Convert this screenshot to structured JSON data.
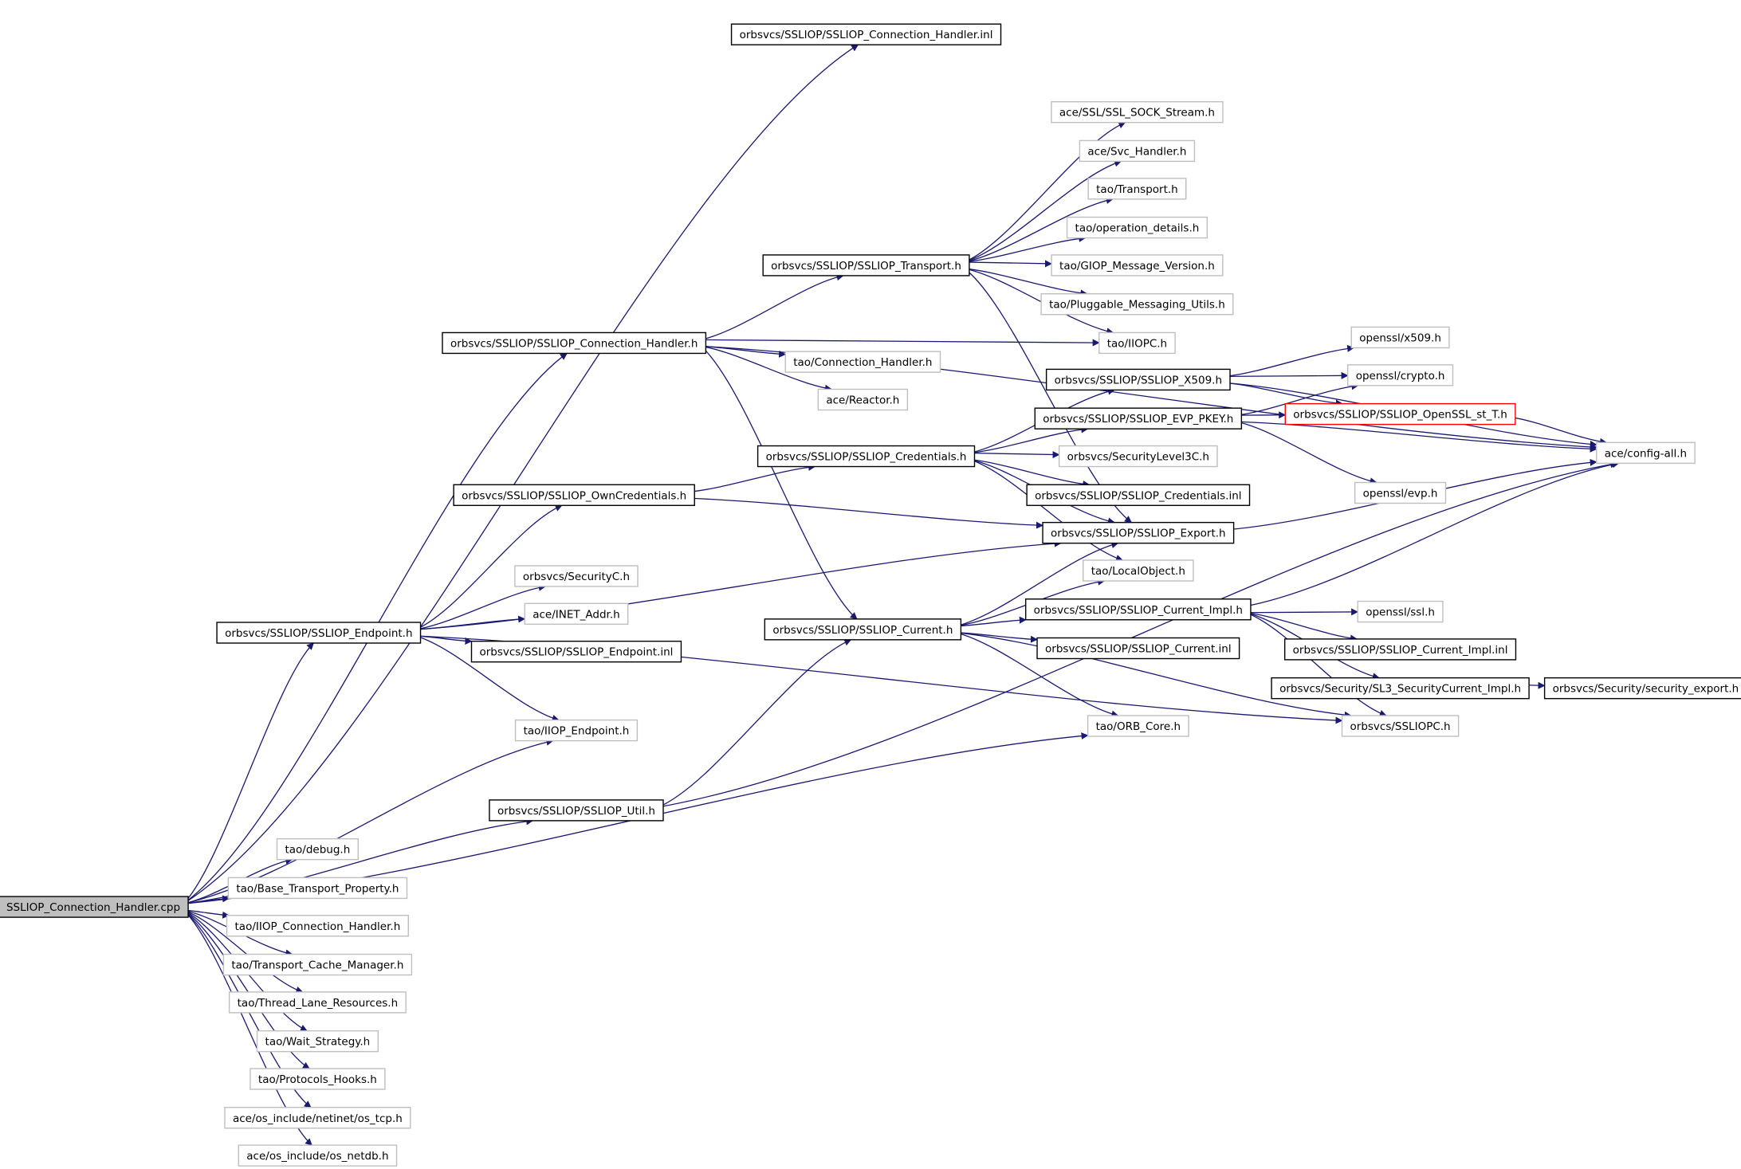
{
  "colors": {
    "edge": "#191970",
    "root_fill": "#bfbfbf",
    "documented_border": "#000000",
    "undocumented_border": "#bfbfbf",
    "missing_border": "#ff0000",
    "text": "#000000"
  },
  "graph": {
    "nodes": [
      {
        "id": "n0",
        "label": "SSLIOP_Connection_Handler.cpp",
        "kind": "root"
      },
      {
        "id": "n1",
        "label": "orbsvcs/SSLIOP/SSLIOP_Connection_Handler.inl",
        "kind": "documented"
      },
      {
        "id": "n2",
        "label": "orbsvcs/SSLIOP/SSLIOP_Connection_Handler.h",
        "kind": "documented"
      },
      {
        "id": "n3",
        "label": "ace/config-all.h",
        "kind": "undocumented"
      },
      {
        "id": "n4",
        "label": "ace/SSL/SSL_SOCK_Stream.h",
        "kind": "undocumented"
      },
      {
        "id": "n5",
        "label": "ace/Svc_Handler.h",
        "kind": "undocumented"
      },
      {
        "id": "n6",
        "label": "tao/Transport.h",
        "kind": "undocumented"
      },
      {
        "id": "n7",
        "label": "tao/operation_details.h",
        "kind": "undocumented"
      },
      {
        "id": "n8",
        "label": "orbsvcs/SSLIOP/SSLIOP_Transport.h",
        "kind": "documented"
      },
      {
        "id": "n9",
        "label": "tao/GIOP_Message_Version.h",
        "kind": "undocumented"
      },
      {
        "id": "n10",
        "label": "tao/Pluggable_Messaging_Utils.h",
        "kind": "undocumented"
      },
      {
        "id": "n11",
        "label": "tao/IIOPC.h",
        "kind": "undocumented"
      },
      {
        "id": "n12",
        "label": "tao/Connection_Handler.h",
        "kind": "undocumented"
      },
      {
        "id": "n13",
        "label": "ace/Reactor.h",
        "kind": "undocumented"
      },
      {
        "id": "n14",
        "label": "openssl/x509.h",
        "kind": "undocumented"
      },
      {
        "id": "n15",
        "label": "orbsvcs/SSLIOP/SSLIOP_X509.h",
        "kind": "documented"
      },
      {
        "id": "n16",
        "label": "openssl/crypto.h",
        "kind": "undocumented"
      },
      {
        "id": "n17",
        "label": "orbsvcs/SSLIOP/SSLIOP_EVP_PKEY.h",
        "kind": "documented"
      },
      {
        "id": "n18",
        "label": "orbsvcs/SSLIOP/SSLIOP_OpenSSL_st_T.h",
        "kind": "missing"
      },
      {
        "id": "n19",
        "label": "orbsvcs/SSLIOP/SSLIOP_Credentials.h",
        "kind": "documented"
      },
      {
        "id": "n20",
        "label": "orbsvcs/SecurityLevel3C.h",
        "kind": "undocumented"
      },
      {
        "id": "n21",
        "label": "orbsvcs/SSLIOP/SSLIOP_OwnCredentials.h",
        "kind": "documented"
      },
      {
        "id": "n22",
        "label": "orbsvcs/SSLIOP/SSLIOP_Credentials.inl",
        "kind": "documented"
      },
      {
        "id": "n23",
        "label": "openssl/evp.h",
        "kind": "undocumented"
      },
      {
        "id": "n24",
        "label": "orbsvcs/SSLIOP/SSLIOP_Export.h",
        "kind": "documented"
      },
      {
        "id": "n25",
        "label": "tao/LocalObject.h",
        "kind": "undocumented"
      },
      {
        "id": "n26",
        "label": "orbsvcs/SecurityC.h",
        "kind": "undocumented"
      },
      {
        "id": "n27",
        "label": "ace/INET_Addr.h",
        "kind": "undocumented"
      },
      {
        "id": "n28",
        "label": "orbsvcs/SSLIOP/SSLIOP_Endpoint.h",
        "kind": "documented"
      },
      {
        "id": "n29",
        "label": "orbsvcs/SSLIOP/SSLIOP_Current_Impl.h",
        "kind": "documented"
      },
      {
        "id": "n30",
        "label": "openssl/ssl.h",
        "kind": "undocumented"
      },
      {
        "id": "n31",
        "label": "orbsvcs/SSLIOP/SSLIOP_Endpoint.inl",
        "kind": "documented"
      },
      {
        "id": "n32",
        "label": "orbsvcs/SSLIOP/SSLIOP_Current.h",
        "kind": "documented"
      },
      {
        "id": "n33",
        "label": "orbsvcs/SSLIOP/SSLIOP_Current.inl",
        "kind": "documented"
      },
      {
        "id": "n34",
        "label": "orbsvcs/SSLIOP/SSLIOP_Current_Impl.inl",
        "kind": "documented"
      },
      {
        "id": "n35",
        "label": "orbsvcs/Security/SL3_SecurityCurrent_Impl.h",
        "kind": "documented"
      },
      {
        "id": "n36",
        "label": "orbsvcs/Security/security_export.h",
        "kind": "documented"
      },
      {
        "id": "n37",
        "label": "tao/ORB_Core.h",
        "kind": "undocumented"
      },
      {
        "id": "n38",
        "label": "orbsvcs/SSLIOPC.h",
        "kind": "undocumented"
      },
      {
        "id": "n39",
        "label": "tao/IIOP_Endpoint.h",
        "kind": "undocumented"
      },
      {
        "id": "n40",
        "label": "orbsvcs/SSLIOP/SSLIOP_Util.h",
        "kind": "documented"
      },
      {
        "id": "n41",
        "label": "tao/debug.h",
        "kind": "undocumented"
      },
      {
        "id": "n42",
        "label": "tao/Base_Transport_Property.h",
        "kind": "undocumented"
      },
      {
        "id": "n43",
        "label": "tao/IIOP_Connection_Handler.h",
        "kind": "undocumented"
      },
      {
        "id": "n44",
        "label": "tao/Transport_Cache_Manager.h",
        "kind": "undocumented"
      },
      {
        "id": "n45",
        "label": "tao/Thread_Lane_Resources.h",
        "kind": "undocumented"
      },
      {
        "id": "n46",
        "label": "tao/Wait_Strategy.h",
        "kind": "undocumented"
      },
      {
        "id": "n47",
        "label": "tao/Protocols_Hooks.h",
        "kind": "undocumented"
      },
      {
        "id": "n48",
        "label": "ace/os_include/netinet/os_tcp.h",
        "kind": "undocumented"
      },
      {
        "id": "n49",
        "label": "ace/os_include/os_netdb.h",
        "kind": "undocumented"
      }
    ],
    "edges": [
      [
        "n0",
        "n1"
      ],
      [
        "n0",
        "n2"
      ],
      [
        "n0",
        "n28"
      ],
      [
        "n0",
        "n39"
      ],
      [
        "n0",
        "n37"
      ],
      [
        "n0",
        "n40"
      ],
      [
        "n0",
        "n41"
      ],
      [
        "n0",
        "n42"
      ],
      [
        "n0",
        "n43"
      ],
      [
        "n0",
        "n44"
      ],
      [
        "n0",
        "n45"
      ],
      [
        "n0",
        "n46"
      ],
      [
        "n0",
        "n47"
      ],
      [
        "n0",
        "n48"
      ],
      [
        "n0",
        "n49"
      ],
      [
        "n2",
        "n3"
      ],
      [
        "n2",
        "n8"
      ],
      [
        "n2",
        "n11"
      ],
      [
        "n2",
        "n12"
      ],
      [
        "n2",
        "n13"
      ],
      [
        "n2",
        "n32"
      ],
      [
        "n8",
        "n4"
      ],
      [
        "n8",
        "n5"
      ],
      [
        "n8",
        "n6"
      ],
      [
        "n8",
        "n7"
      ],
      [
        "n8",
        "n9"
      ],
      [
        "n8",
        "n10"
      ],
      [
        "n8",
        "n11"
      ],
      [
        "n8",
        "n24"
      ],
      [
        "n15",
        "n14"
      ],
      [
        "n15",
        "n16"
      ],
      [
        "n15",
        "n18"
      ],
      [
        "n15",
        "n3"
      ],
      [
        "n17",
        "n16"
      ],
      [
        "n17",
        "n18"
      ],
      [
        "n17",
        "n23"
      ],
      [
        "n17",
        "n3"
      ],
      [
        "n18",
        "n3"
      ],
      [
        "n19",
        "n15"
      ],
      [
        "n19",
        "n17"
      ],
      [
        "n19",
        "n20"
      ],
      [
        "n19",
        "n22"
      ],
      [
        "n19",
        "n24"
      ],
      [
        "n19",
        "n25"
      ],
      [
        "n21",
        "n19"
      ],
      [
        "n21",
        "n24"
      ],
      [
        "n24",
        "n3"
      ],
      [
        "n28",
        "n26"
      ],
      [
        "n28",
        "n27"
      ],
      [
        "n28",
        "n31"
      ],
      [
        "n28",
        "n39"
      ],
      [
        "n28",
        "n21"
      ],
      [
        "n28",
        "n24"
      ],
      [
        "n28",
        "n38"
      ],
      [
        "n29",
        "n30"
      ],
      [
        "n29",
        "n34"
      ],
      [
        "n29",
        "n35"
      ],
      [
        "n29",
        "n38"
      ],
      [
        "n29",
        "n3"
      ],
      [
        "n32",
        "n29"
      ],
      [
        "n32",
        "n33"
      ],
      [
        "n32",
        "n37"
      ],
      [
        "n32",
        "n38"
      ],
      [
        "n32",
        "n25"
      ],
      [
        "n32",
        "n24"
      ],
      [
        "n35",
        "n36"
      ],
      [
        "n40",
        "n32"
      ],
      [
        "n40",
        "n3"
      ]
    ]
  }
}
